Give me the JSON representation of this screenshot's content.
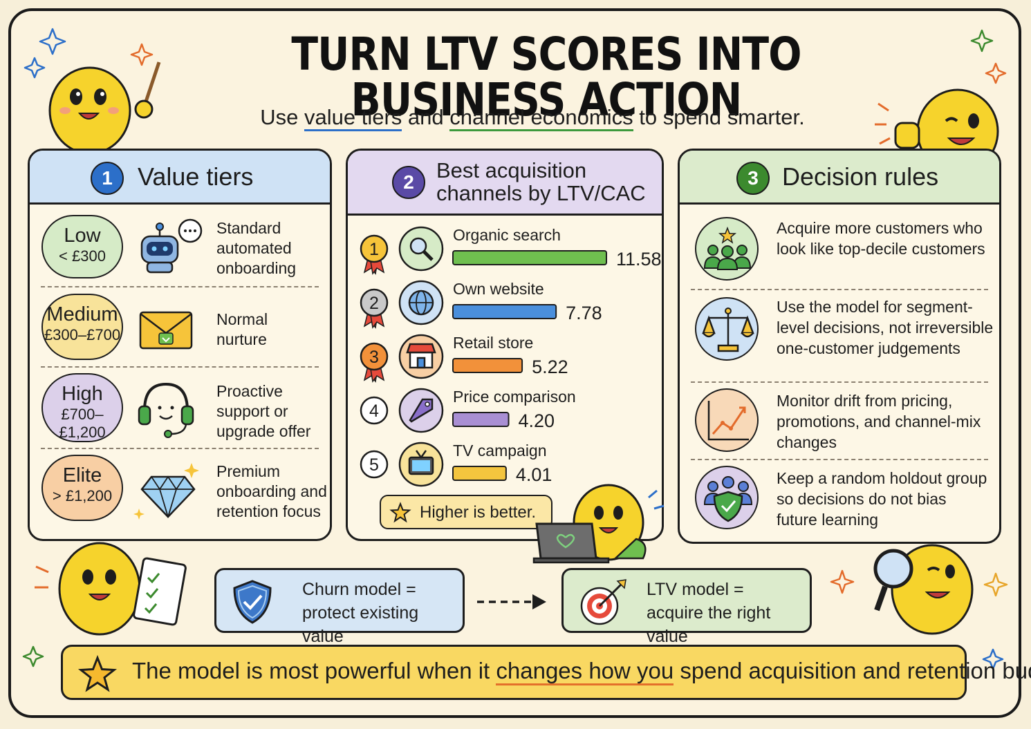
{
  "header": {
    "title": "TURN LTV SCORES INTO BUSINESS ACTION",
    "subtitle_pre": "Use ",
    "subtitle_link1": "value tiers",
    "subtitle_mid": " and ",
    "subtitle_link2": "channel economics",
    "subtitle_post": " to spend smarter."
  },
  "panel1": {
    "number": "1",
    "title": "Value tiers",
    "tiers": [
      {
        "name": "Low",
        "range": "< £300",
        "desc": "Standard automated onboarding",
        "icon": "robot-icon",
        "color": "#d6ebc7"
      },
      {
        "name": "Medium",
        "range": "£300–£700",
        "desc": "Normal nurture",
        "icon": "envelope-icon",
        "color": "#f8e39a"
      },
      {
        "name": "High",
        "range": "£700–£1,200",
        "desc": "Proactive support or upgrade offer",
        "icon": "headset-icon",
        "color": "#dcd0ea"
      },
      {
        "name": "Elite",
        "range": "> £1,200",
        "desc": "Premium onboarding and retention focus",
        "icon": "diamond-icon",
        "color": "#f8cfa4"
      }
    ]
  },
  "panel2": {
    "number": "2",
    "title_line1": "Best acquisition",
    "title_line2": "channels by LTV/CAC",
    "note": "Higher is better."
  },
  "chart_data": {
    "type": "bar",
    "categories": [
      "Organic search",
      "Own website",
      "Retail store",
      "Price comparison",
      "TV campaign"
    ],
    "values": [
      11.58,
      7.78,
      5.22,
      4.2,
      4.01
    ],
    "value_labels": [
      "11.58",
      "7.78",
      "5.22",
      "4.20",
      "4.01"
    ],
    "ranks": [
      "1",
      "2",
      "3",
      "4",
      "5"
    ],
    "colors": [
      "#6fbf4f",
      "#4a8fdc",
      "#f2913a",
      "#a98fd3",
      "#f4c53e"
    ],
    "icons": [
      "magnifier-icon",
      "globe-icon",
      "store-icon",
      "price-tag-icon",
      "tv-icon"
    ]
  },
  "panel3": {
    "number": "3",
    "title": "Decision rules",
    "rules": [
      {
        "text": "Acquire more customers who look like top-decile customers",
        "icon": "people-star-icon",
        "color": "#d6ebc7"
      },
      {
        "text": "Use the model for segment-level decisions, not irreversible one-customer judgements",
        "icon": "scales-icon",
        "color": "#cfe2f5"
      },
      {
        "text": "Monitor drift from pricing, promotions, and channel-mix changes",
        "icon": "trend-chart-icon",
        "color": "#f8d9b8"
      },
      {
        "text": "Keep a random holdout group so decisions do not bias future learning",
        "icon": "group-shield-icon",
        "color": "#dcd0ea"
      }
    ]
  },
  "models": {
    "churn_line1": "Churn model =",
    "churn_line2": "protect existing value",
    "ltv_line1": "LTV model =",
    "ltv_line2": "acquire the right value"
  },
  "footer": {
    "pre": "The model is most powerful when it ",
    "emph": "changes how you",
    "post": " spend acquisition and retention budget."
  },
  "colors": {
    "panel1_head": "#cfe2f5",
    "panel2_head": "#e3d9f0",
    "panel3_head": "#dcebcc",
    "accent_blue": "#2c6fc9",
    "accent_purple": "#5a4aa6",
    "accent_green": "#3c8a2e"
  }
}
